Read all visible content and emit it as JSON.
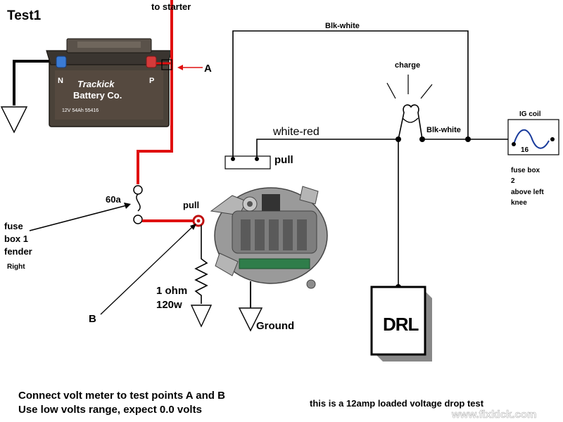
{
  "title": "Test1",
  "labels": {
    "to_starter": "to starter",
    "point_a": "A",
    "point_b": "B",
    "blk_white_top": "Blk-white",
    "blk_white_mid": "Blk-white",
    "charge": "charge",
    "white_red": "white-red",
    "pull_connector": "pull",
    "pull_terminal": "pull",
    "ig_coil": "IG coil",
    "ig_coil_pin": "16",
    "fuse_box_2": [
      "fuse box",
      "2",
      "above left",
      "knee"
    ],
    "fuse_60a": "60a",
    "fuse_box_1": [
      "fuse",
      "box 1",
      "fender",
      "Right"
    ],
    "resistor": [
      "1 ohm",
      "120w"
    ],
    "ground": "Ground",
    "drl": "DRL",
    "battery_brand": [
      "Trackick",
      "Battery Co."
    ],
    "battery_spec": "12V  54Ah  55416",
    "battery_neg": "N",
    "battery_pos": "P"
  },
  "notes": {
    "line1": "Connect volt meter to test points A and B",
    "line2": "Use low volts range, expect 0.0 volts",
    "loaded_test": "this is a 12amp loaded voltage drop test",
    "watermark": "www.fixkick.com"
  },
  "colors": {
    "red_wire": "#e01010",
    "wire": "#000000",
    "coil_wire": "#1a3c9c"
  }
}
